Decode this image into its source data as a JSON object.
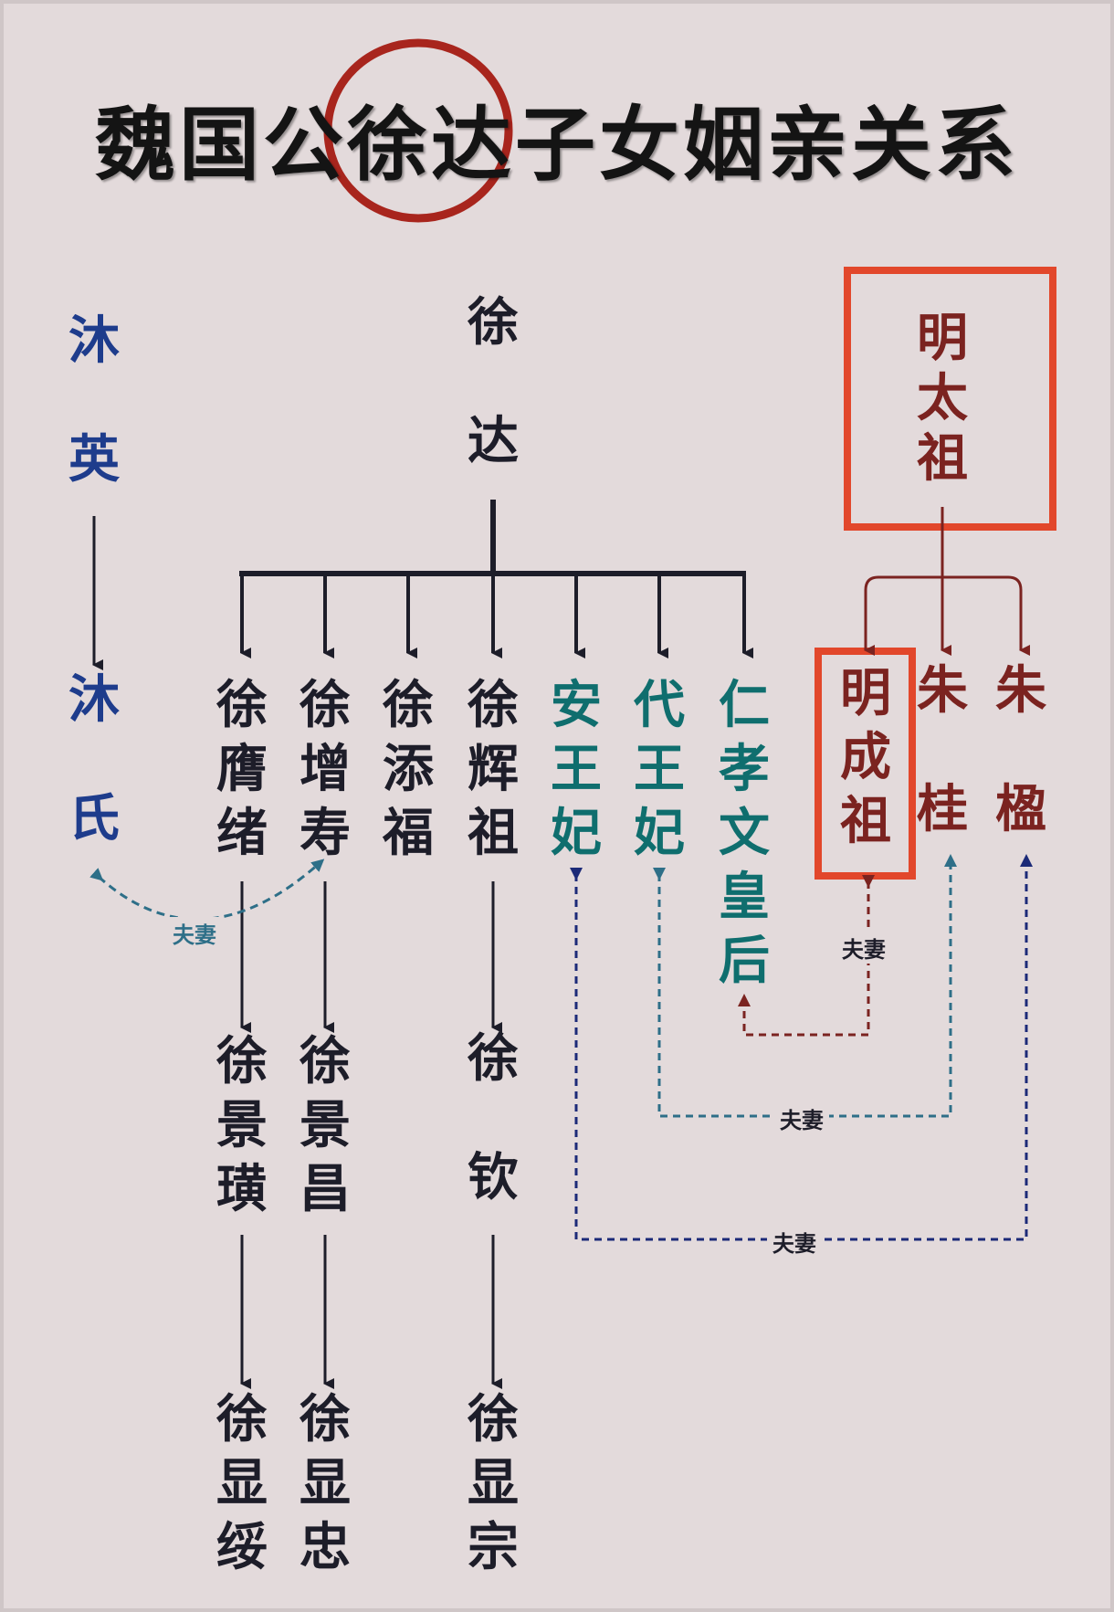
{
  "title": {
    "prefix": "魏国公",
    "highlight": "徐达",
    "suffix": "子女姻亲关系"
  },
  "people": {
    "xu_da": "徐达",
    "ming_taizu": "明太祖",
    "mu_ying": "沐英",
    "mu_shi": "沐氏",
    "xu_yingxu": "徐膺绪",
    "xu_zengshou": "徐增寿",
    "xu_tianfu": "徐添福",
    "xu_huizu": "徐辉祖",
    "an_wangfei": "安王妃",
    "dai_wangfei": "代王妃",
    "renxiao": "仁孝文皇后",
    "ming_chengzu": "明成祖",
    "zhu_gui": "朱桂",
    "zhu_ying": "朱楹",
    "xu_jingxuan": "徐景璜",
    "xu_jingchang": "徐景昌",
    "xu_qin": "徐钦",
    "xu_xiansui": "徐显绥",
    "xu_xianzhong": "徐显忠",
    "xu_xianzong": "徐显宗"
  },
  "couple_label": "夫妻",
  "colors": {
    "xu": "#1d1d29",
    "teal": "#0f6e6e",
    "ming": "#7b2320",
    "mu": "#1e3c8c",
    "highlight_circle": "#a8251d",
    "highlight_box": "#e2472b",
    "couple_teal": "#2e6f88",
    "couple_navy": "#1c2a78"
  }
}
